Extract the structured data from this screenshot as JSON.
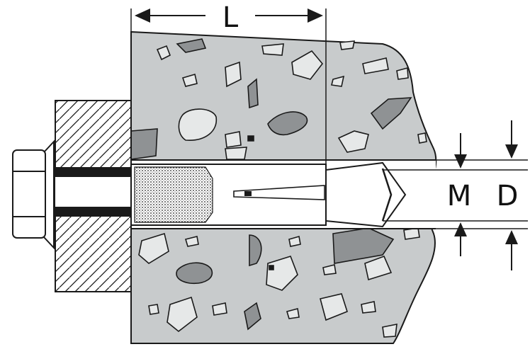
{
  "labels": {
    "length": "L",
    "bolt_diameter": "M",
    "hole_diameter": "D"
  },
  "colors": {
    "outline": "#1a1a1a",
    "concrete": "#c8cbcc",
    "aggregate_light": "#e6e8e8",
    "aggregate_dark": "#8f9294",
    "anchor_body": "#ffffff",
    "bolt_shaft": "#1a1a1a"
  }
}
